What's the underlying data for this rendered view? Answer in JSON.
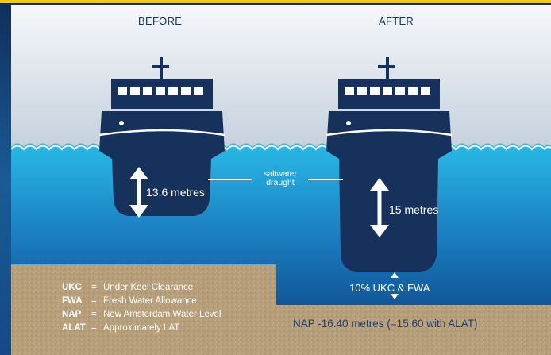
{
  "labels": {
    "before": "BEFORE",
    "after": "AFTER",
    "before_draught": "13.6 metres",
    "after_draught": "15 metres",
    "draught_line1": "saltwater",
    "draught_line2": "draught",
    "ukc_fwa": "10% UKC & FWA",
    "nap_depth": "NAP -16.40 metres (=15.60 with ALAT)"
  },
  "legend": [
    {
      "abbr": "UKC",
      "eq": "=",
      "text": "Under Keel Clearance"
    },
    {
      "abbr": "FWA",
      "eq": "=",
      "text": "Fresh Water Allowance"
    },
    {
      "abbr": "NAP",
      "eq": "=",
      "text": "New Amsterdam Water Level"
    },
    {
      "abbr": "ALAT",
      "eq": "=",
      "text": "Approximately LAT"
    }
  ],
  "colors": {
    "navy": "#16325c",
    "sky_top": "#f7f8fa",
    "sky_bottom": "#7f9bb6",
    "water_top": "#29b9e6",
    "water_bottom": "#0a3d7a",
    "sand": "#b79e7a",
    "accent_yellow": "#f2c913"
  }
}
